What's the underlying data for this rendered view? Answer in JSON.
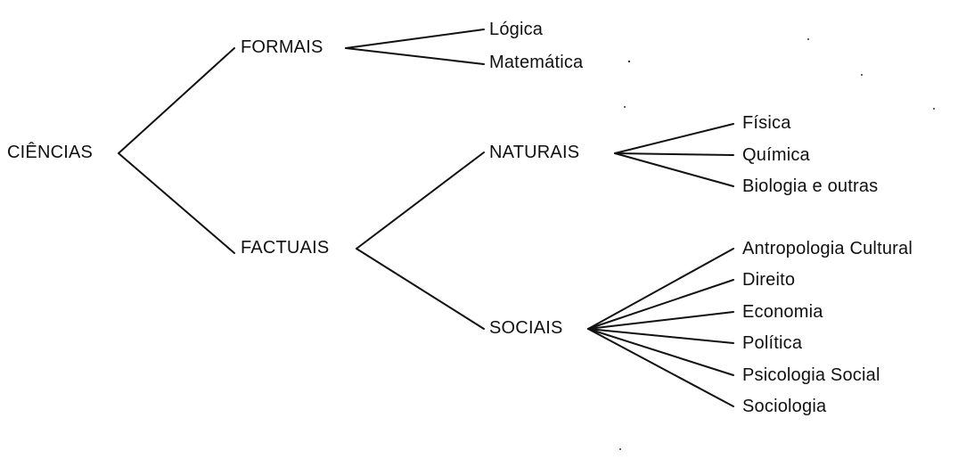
{
  "diagram": {
    "root": "CIÊNCIAS",
    "formais": {
      "label": "FORMAIS",
      "children": [
        "Lógica",
        "Matemática"
      ]
    },
    "factuais": {
      "label": "FACTUAIS",
      "naturais": {
        "label": "NATURAIS",
        "children": [
          "Física",
          "Química",
          "Biologia e outras"
        ]
      },
      "sociais": {
        "label": "SOCIAIS",
        "children": [
          "Antropologia Cultural",
          "Direito",
          "Economia",
          "Política",
          "Psicologia Social",
          "Sociologia"
        ]
      }
    }
  }
}
